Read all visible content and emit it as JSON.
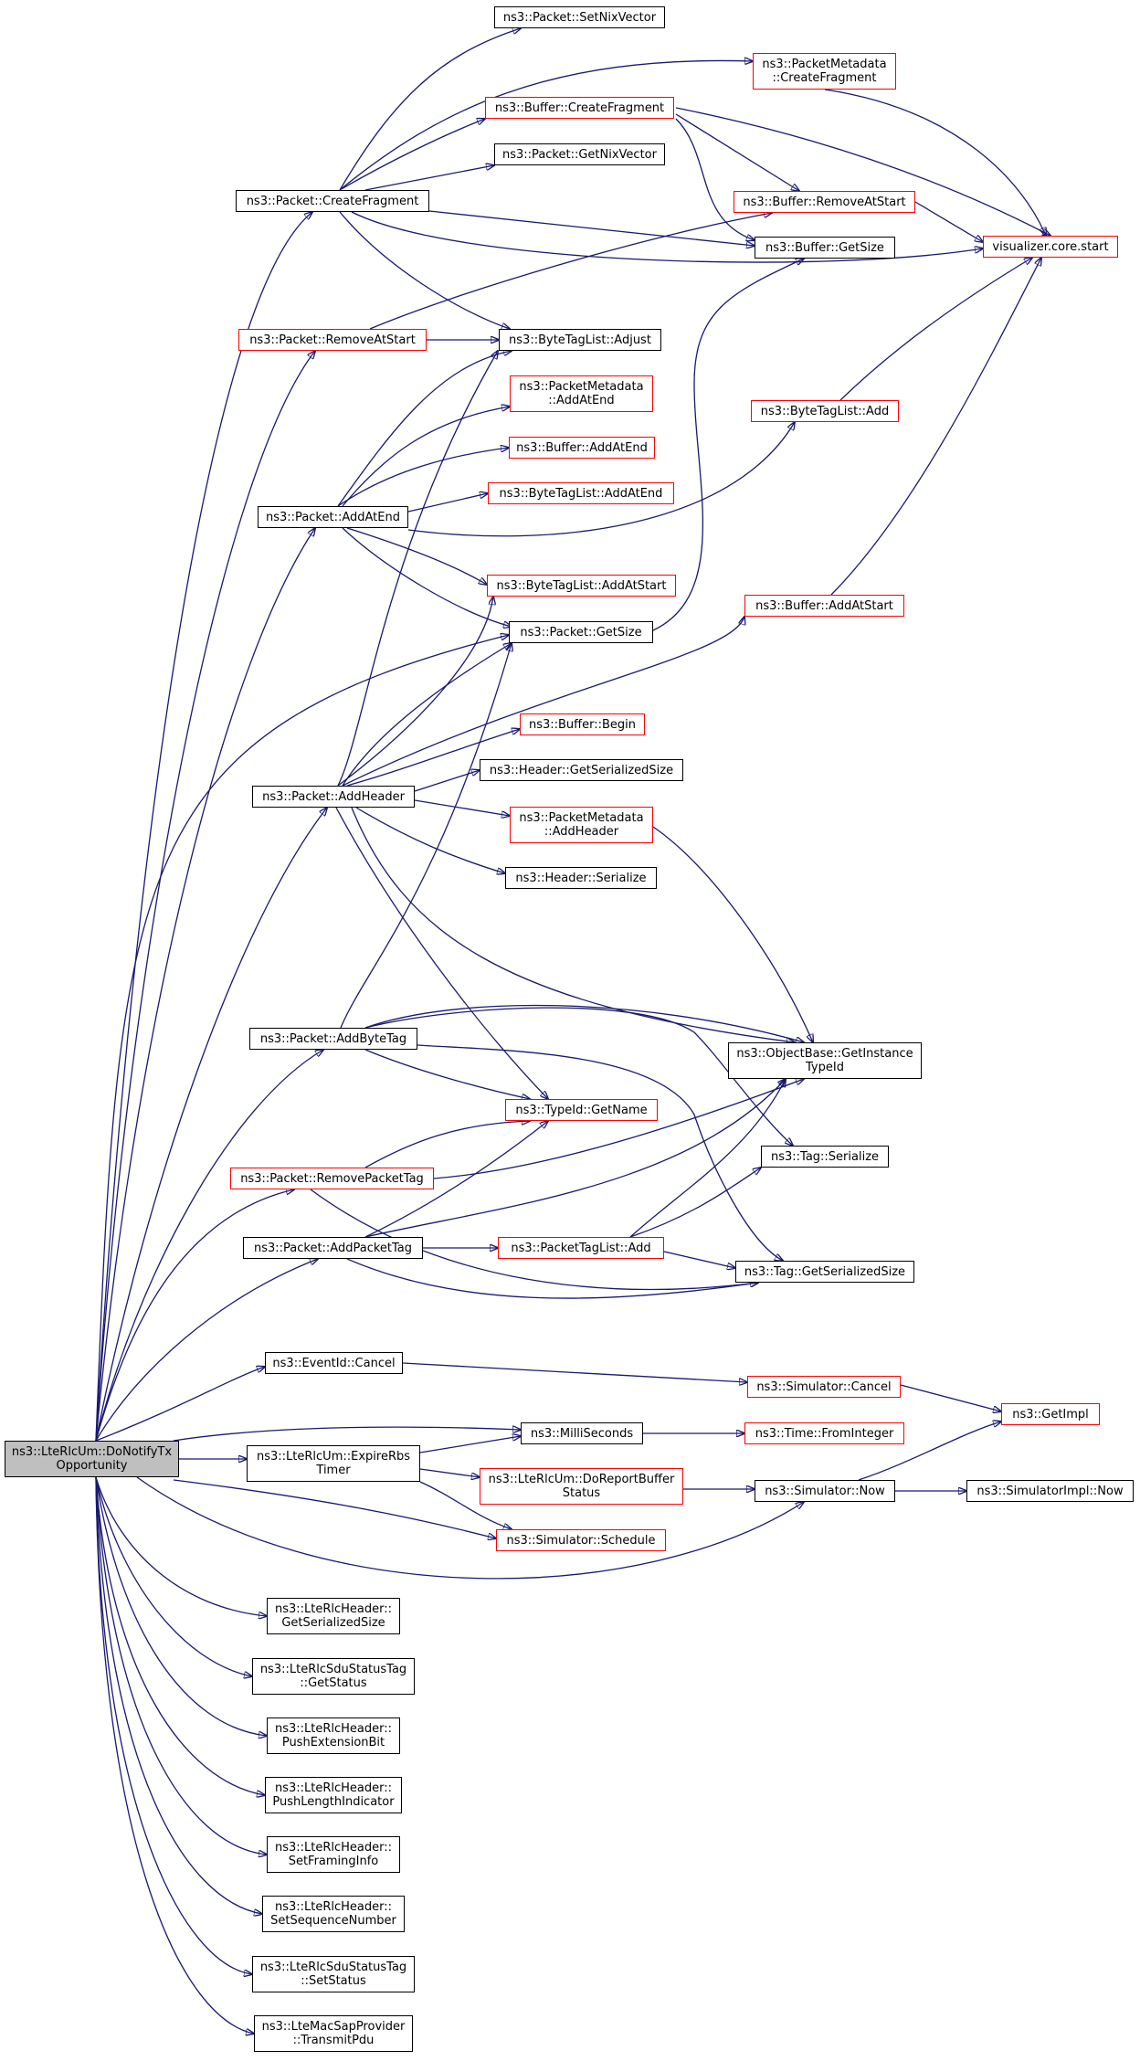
{
  "colors": {
    "edge": "#191970",
    "default_border": "#000000",
    "red_border": "#ff0000",
    "root_fill": "#bfbfbf",
    "background": "#ffffff"
  },
  "nodes": {
    "root": {
      "label": "ns3::LteRlcUm::DoNotifyTx\nOpportunity",
      "style": "root"
    },
    "n1": {
      "label": "ns3::Packet::SetNixVector",
      "style": "black"
    },
    "n2": {
      "label": "ns3::PacketMetadata\n::CreateFragment",
      "style": "red"
    },
    "n3": {
      "label": "ns3::Buffer::CreateFragment",
      "style": "red"
    },
    "n4": {
      "label": "ns3::Packet::GetNixVector",
      "style": "black"
    },
    "n5": {
      "label": "ns3::Packet::CreateFragment",
      "style": "black"
    },
    "n6": {
      "label": "ns3::Buffer::RemoveAtStart",
      "style": "red"
    },
    "n7": {
      "label": "ns3::Buffer::GetSize",
      "style": "black"
    },
    "n8": {
      "label": "visualizer.core.start",
      "style": "red"
    },
    "n9": {
      "label": "ns3::Packet::RemoveAtStart",
      "style": "red"
    },
    "n10": {
      "label": "ns3::ByteTagList::Adjust",
      "style": "black"
    },
    "n11": {
      "label": "ns3::PacketMetadata\n::AddAtEnd",
      "style": "red"
    },
    "n12": {
      "label": "ns3::ByteTagList::Add",
      "style": "red"
    },
    "n13": {
      "label": "ns3::Buffer::AddAtEnd",
      "style": "red"
    },
    "n14": {
      "label": "ns3::ByteTagList::AddAtEnd",
      "style": "red"
    },
    "n15": {
      "label": "ns3::Packet::AddAtEnd",
      "style": "black"
    },
    "n16": {
      "label": "ns3::ByteTagList::AddAtStart",
      "style": "red"
    },
    "n17": {
      "label": "ns3::Buffer::AddAtStart",
      "style": "red"
    },
    "n18": {
      "label": "ns3::Packet::GetSize",
      "style": "black"
    },
    "n19": {
      "label": "ns3::Buffer::Begin",
      "style": "red"
    },
    "n20": {
      "label": "ns3::Header::GetSerializedSize",
      "style": "black"
    },
    "n21": {
      "label": "ns3::Packet::AddHeader",
      "style": "black"
    },
    "n22": {
      "label": "ns3::PacketMetadata\n::AddHeader",
      "style": "red"
    },
    "n23": {
      "label": "ns3::Header::Serialize",
      "style": "black"
    },
    "n24": {
      "label": "ns3::Packet::AddByteTag",
      "style": "black"
    },
    "n25": {
      "label": "ns3::ObjectBase::GetInstance\nTypeId",
      "style": "black"
    },
    "n26": {
      "label": "ns3::TypeId::GetName",
      "style": "red"
    },
    "n27": {
      "label": "ns3::Packet::RemovePacketTag",
      "style": "red"
    },
    "n28": {
      "label": "ns3::Tag::Serialize",
      "style": "black"
    },
    "n29": {
      "label": "ns3::Packet::AddPacketTag",
      "style": "black"
    },
    "n30": {
      "label": "ns3::PacketTagList::Add",
      "style": "red"
    },
    "n31": {
      "label": "ns3::Tag::GetSerializedSize",
      "style": "black"
    },
    "n32": {
      "label": "ns3::EventId::Cancel",
      "style": "black"
    },
    "n33": {
      "label": "ns3::Simulator::Cancel",
      "style": "red"
    },
    "n34": {
      "label": "ns3::GetImpl",
      "style": "red"
    },
    "n35": {
      "label": "ns3::MilliSeconds",
      "style": "black"
    },
    "n36": {
      "label": "ns3::Time::FromInteger",
      "style": "red"
    },
    "n37": {
      "label": "ns3::LteRlcUm::ExpireRbs\nTimer",
      "style": "black"
    },
    "n38": {
      "label": "ns3::LteRlcUm::DoReportBuffer\nStatus",
      "style": "red"
    },
    "n39": {
      "label": "ns3::Simulator::Now",
      "style": "black"
    },
    "n40": {
      "label": "ns3::SimulatorImpl::Now",
      "style": "black"
    },
    "n41": {
      "label": "ns3::Simulator::Schedule",
      "style": "red"
    },
    "n42": {
      "label": "ns3::LteRlcHeader::\nGetSerializedSize",
      "style": "black"
    },
    "n43": {
      "label": "ns3::LteRlcSduStatusTag\n::GetStatus",
      "style": "black"
    },
    "n44": {
      "label": "ns3::LteRlcHeader::\nPushExtensionBit",
      "style": "black"
    },
    "n45": {
      "label": "ns3::LteRlcHeader::\nPushLengthIndicator",
      "style": "black"
    },
    "n46": {
      "label": "ns3::LteRlcHeader::\nSetFramingInfo",
      "style": "black"
    },
    "n47": {
      "label": "ns3::LteRlcHeader::\nSetSequenceNumber",
      "style": "black"
    },
    "n48": {
      "label": "ns3::LteRlcSduStatusTag\n::SetStatus",
      "style": "black"
    },
    "n49": {
      "label": "ns3::LteMacSapProvider\n::TransmitPdu",
      "style": "black"
    }
  }
}
